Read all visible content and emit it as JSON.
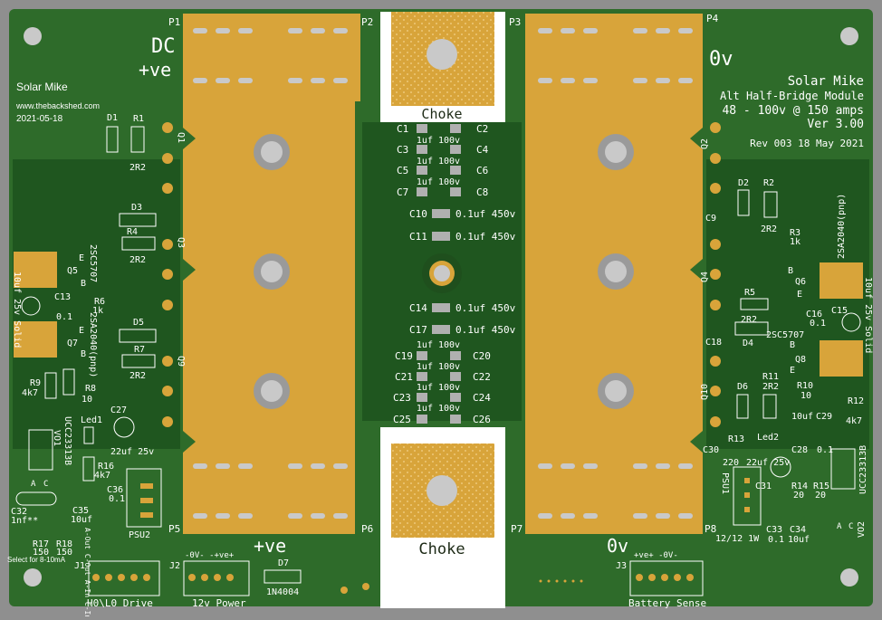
{
  "colors": {
    "board_edge": "#8f8f8f",
    "board": "#2e6b2a",
    "board_dark": "#1f561f",
    "copper": "#d8a43a",
    "white": "#ffffff",
    "pad_gray": "#b0b0b0",
    "hole": "#c9c9c9"
  },
  "brand": {
    "name": "Solar Mike",
    "site": "www.thebackshed.com",
    "date": "2021-05-18"
  },
  "title_block": {
    "name": "Solar Mike",
    "line1": "Alt Half-Bridge Module",
    "line2": "48 - 100v @ 150 amps",
    "line3": "Ver 3.00",
    "rev": "Rev 003 18 May 2021"
  },
  "big_labels": {
    "dc": "DC",
    "ve_top": "+ve",
    "zero_top": "0v",
    "ve_bottom": "+ve",
    "zero_bottom": "0v",
    "choke_top": "Choke",
    "choke_bottom": "Choke"
  },
  "plates": {
    "p1": "P1",
    "p2": "P2",
    "p3": "P3",
    "p4": "P4",
    "p5": "P5",
    "p6": "P6",
    "p7": "P7",
    "p8": "P8"
  },
  "caps_top": [
    {
      "left": "C1",
      "value": "1uf 100v",
      "right": "C2"
    },
    {
      "left": "C3",
      "value": "1uf 100v",
      "right": "C4"
    },
    {
      "left": "C5",
      "value": "1uf 100v",
      "right": "C6"
    },
    {
      "left": "C7",
      "value": "",
      "right": "C8"
    }
  ],
  "caps_mid": [
    {
      "ref": "C10",
      "value": "0.1uf 450v"
    },
    {
      "ref": "C11",
      "value": "0.1uf 450v"
    },
    {
      "ref": "C14",
      "value": "0.1uf 450v"
    },
    {
      "ref": "C17",
      "value": "0.1uf 450v"
    }
  ],
  "caps_bottom": [
    {
      "top": "1uf 100v",
      "left": "C19",
      "right": "C20"
    },
    {
      "top": "1uf 100v",
      "left": "C21",
      "right": "C22"
    },
    {
      "top": "1uf 100v",
      "left": "C23",
      "right": "C24"
    },
    {
      "top": "1uf 100v",
      "left": "C25",
      "right": "C26"
    }
  ],
  "left_parts": {
    "d1": "D1",
    "r1": "R1",
    "r1v": "2R2",
    "q1": "Q1",
    "q3": "Q3",
    "q9": "Q9",
    "d3": "D3",
    "r4": "R4",
    "r4v": "2R2",
    "d5": "D5",
    "r7": "R7",
    "r7v": "2R2",
    "q5": "Q5",
    "q5p": "2SC5707",
    "q7": "Q7",
    "q7p": "2SA2040(pnp)",
    "e1": "E",
    "b1": "B",
    "e2": "E",
    "b2": "B",
    "c13": "C13",
    "c13v": "0.1",
    "r6": "R6",
    "r6v": "1k",
    "solid": "10uf 25v Solid",
    "r9": "R9",
    "r9v": "4k7",
    "r8": "R8",
    "r8v": "10",
    "c27": "C27",
    "c27v": "22uf 25v",
    "led1": "Led1",
    "vo1": "VO1",
    "vo1p": "UCC23313B",
    "r16": "R16",
    "r16v": "4k7",
    "c36": "C36",
    "c36v": "0.1",
    "a1": "A",
    "c1": "C",
    "c32": "C32",
    "c32v": "1nf**",
    "c35": "C35",
    "c35v": "10uf",
    "psu2": "PSU2",
    "r17": "R17",
    "r17v": "150",
    "r18": "R18",
    "r18v": "150",
    "select": "Select for 8-10mA",
    "j1": "J1",
    "j1p": "A-Out C-Out A-In C-In",
    "j1name": "H0\\L0 Drive",
    "j2": "J2",
    "j2p": "-0V-  -+ve+",
    "j2name": "12v Power",
    "d7": "D7",
    "d7p": "1N4004"
  },
  "right_parts": {
    "q2": "Q2",
    "q4": "Q4",
    "q10": "Q10",
    "d2": "D2",
    "r2": "R2",
    "r2v": "2R2",
    "c9": "C9",
    "r3": "R3",
    "r3v": "1k",
    "q6": "Q6",
    "q6p": "2SA2040(pnp)",
    "q8": "Q8",
    "q8p": "2SC5707",
    "b1": "B",
    "e1": "E",
    "b2": "B",
    "e2": "E",
    "r5": "R5",
    "r5v": "2R2",
    "d4": "D4",
    "c18": "C18",
    "c16": "C16",
    "c16v": "0.1",
    "c15": "C15",
    "solid": "10uf 25v Solid",
    "d6": "D6",
    "r11": "R11",
    "r11v": "2R2",
    "r10": "R10",
    "r10v": "10",
    "r12": "R12",
    "r12v": "4k7",
    "c29": "C29",
    "c29v": "10uf",
    "c30": "C30",
    "r13": "R13",
    "r13v": "220",
    "led2": "Led2",
    "c28": "C28",
    "c28v": "0.1",
    "c31": "C31",
    "c31v": "22uf 25v",
    "psu1": "PSU1",
    "psu1v": "12/12  1W",
    "r14": "R14",
    "r14v": "20",
    "r15": "R15",
    "r15v": "20",
    "c33": "C33",
    "c33v": "0.1",
    "c34": "C34",
    "c34v": "10uf",
    "vo2": "VO2",
    "vo2p": "UCC23313B",
    "a2": "A",
    "c2": "C",
    "j3": "J3",
    "j3p": "+ve+  -0V-",
    "j3name": "Battery Sense"
  }
}
